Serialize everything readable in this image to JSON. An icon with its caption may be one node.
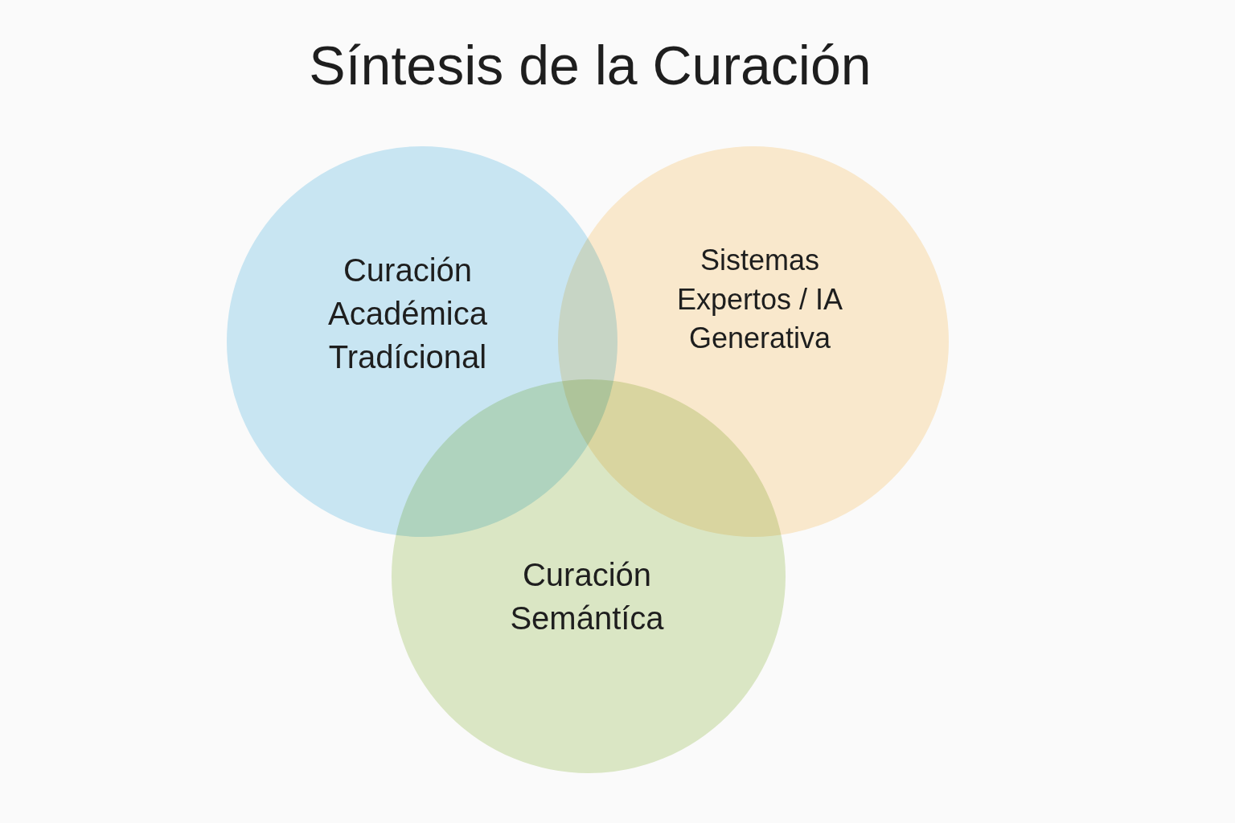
{
  "diagram": {
    "title": "Síntesis de la Curación",
    "nodes": [
      {
        "text": [
          "Curación Académica Tradícional"
        ]
      },
      {
        "text": [
          "Sistemas Expertos / IA Generativa"
        ]
      },
      {
        "text": [
          "Curación Semántíca"
        ]
      }
    ]
  }
}
